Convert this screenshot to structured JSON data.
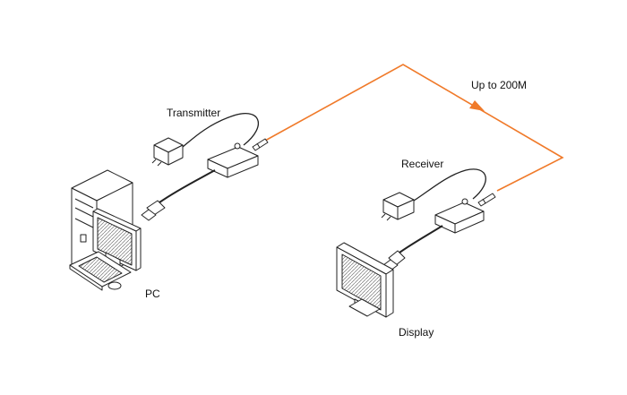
{
  "labels": {
    "transmitter": "Transmitter",
    "receiver": "Receiver",
    "distance": "Up to 200M",
    "pc": "PC",
    "display": "Display"
  },
  "colors": {
    "fiber": "#f07a2a",
    "line": "#222222",
    "shade": "#d9d9d9"
  }
}
